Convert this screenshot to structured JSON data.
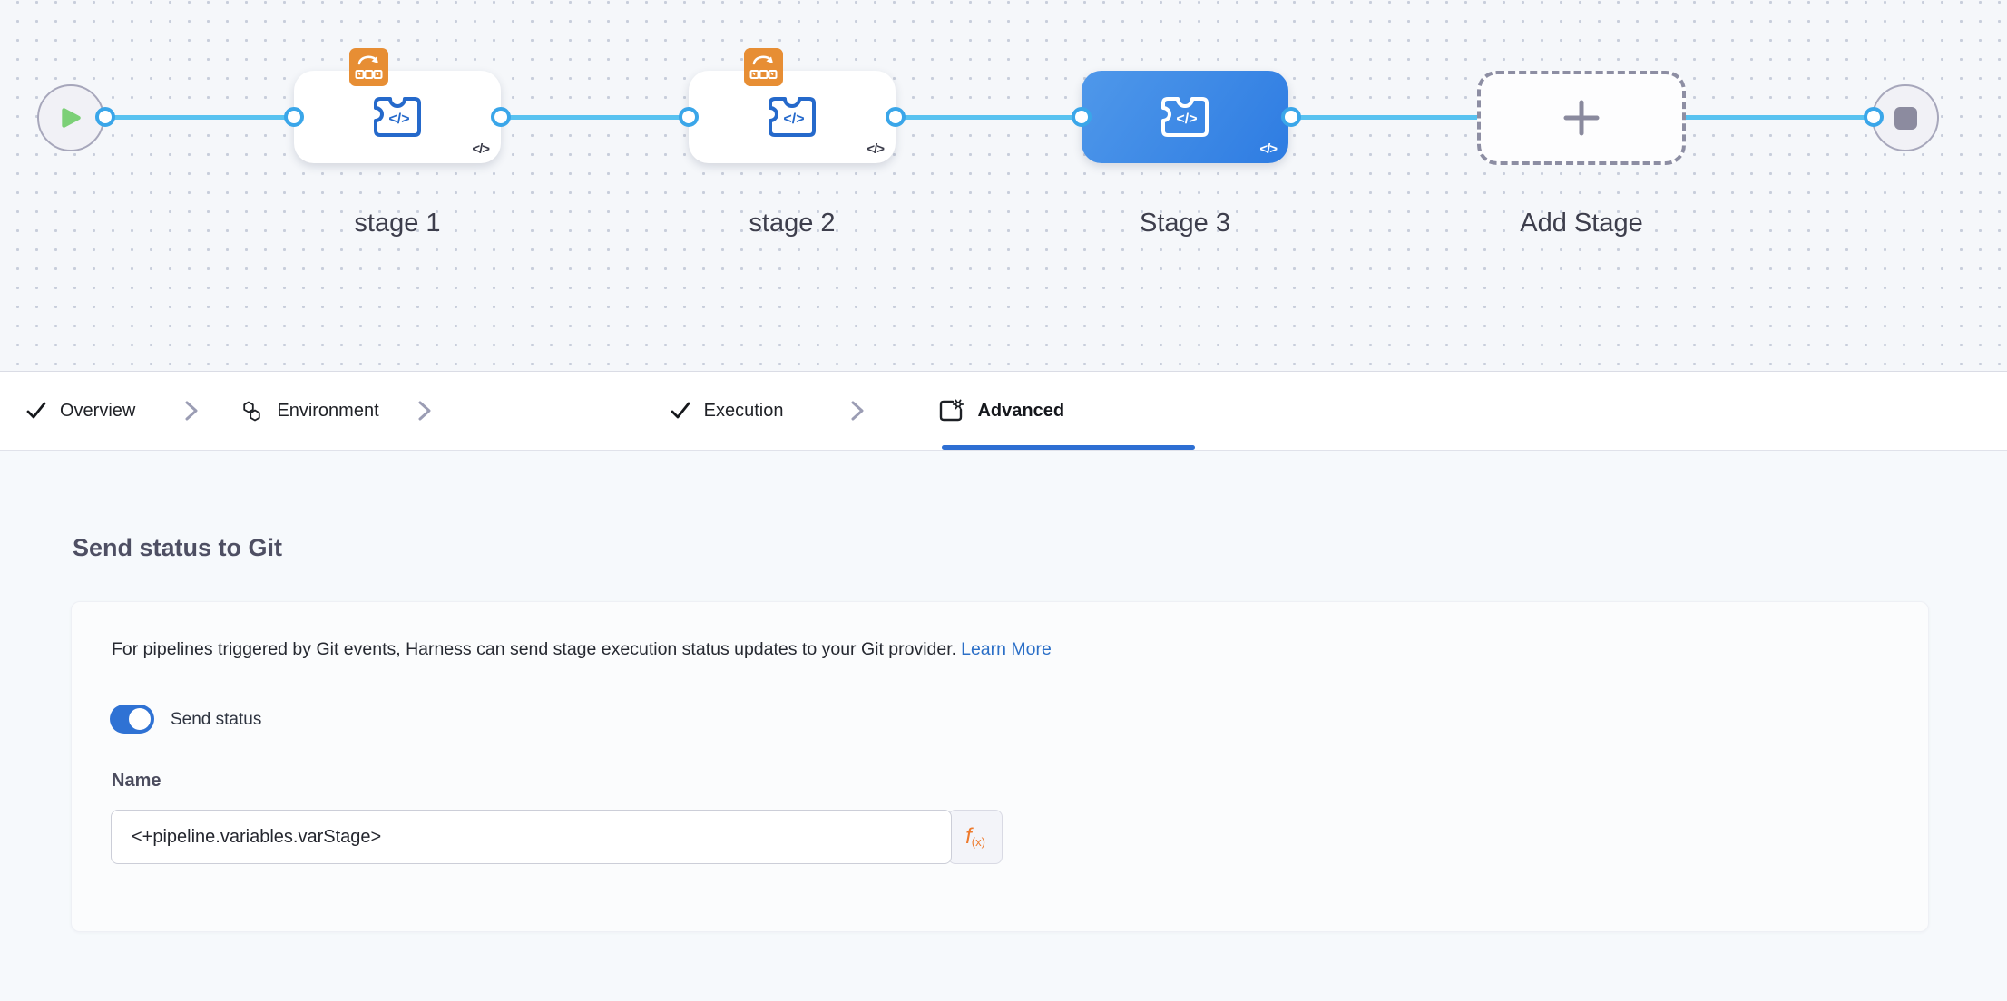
{
  "canvas": {
    "stages": [
      {
        "label": "stage 1",
        "selected": false,
        "badge": "rolling-update-badge"
      },
      {
        "label": "stage 2",
        "selected": false,
        "badge": "rolling-update-badge"
      },
      {
        "label": "Stage 3",
        "selected": true,
        "badge": null
      }
    ],
    "add_stage_label": "Add Stage",
    "code_glyph": "</>"
  },
  "tabs": [
    {
      "label": "Overview",
      "icon": "check-icon",
      "active": false
    },
    {
      "label": "Environment",
      "icon": "hexagons-icon",
      "active": false
    },
    {
      "label": "Execution",
      "icon": "check-icon",
      "active": false
    },
    {
      "label": "Advanced",
      "icon": "panel-gear-icon",
      "active": true
    }
  ],
  "panel": {
    "heading": "Send status to Git",
    "description": "For pipelines triggered by Git events, Harness can send stage execution status updates to your Git provider.",
    "learn_more": "Learn More",
    "toggle_label": "Send status",
    "toggle_on": true,
    "name_label": "Name",
    "name_value": "<+pipeline.variables.varStage>",
    "fx_main": "f",
    "fx_sub": "(x)"
  },
  "colors": {
    "primary_blue": "#2e6fd3",
    "link_blue": "#2b6fc7",
    "connector_blue": "#58c2f0",
    "port_ring_blue": "#3aa6e9",
    "selected_stage_gradient_start": "#4f98ea",
    "selected_stage_gradient_end": "#2e7ce2",
    "stage_icon_blue": "#2569cb",
    "badge_orange": "#e78e34",
    "expression_orange": "#ee7b2e",
    "play_green": "#7cd077",
    "stop_gray": "#8c8b9f"
  }
}
